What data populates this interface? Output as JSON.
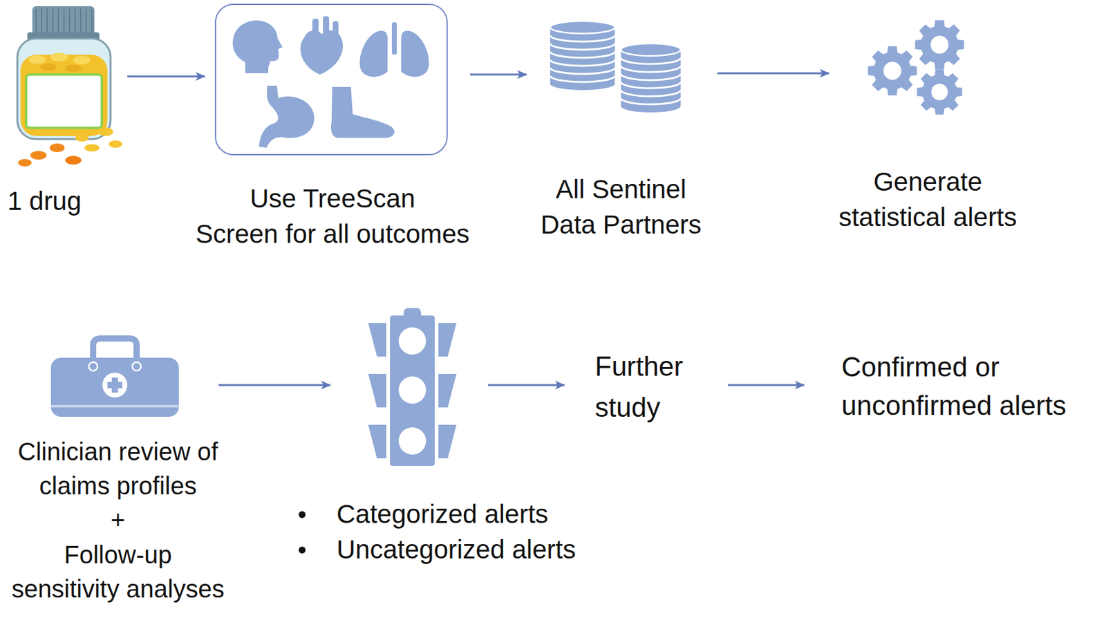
{
  "diagram": {
    "nodes": [
      {
        "text": [
          "1 drug"
        ]
      },
      {
        "text": [
          "Use TreeScan",
          "Screen for all outcomes"
        ]
      },
      {
        "text": [
          "All Sentinel Data Partners"
        ]
      },
      {
        "text": [
          "Generate statistical alerts"
        ]
      },
      {
        "text": [
          "Clinician review of claims profiles",
          "+",
          "Follow-up sensitivity analyses"
        ]
      },
      {
        "text": [
          "Categorized alerts",
          "Uncategorized alerts"
        ]
      },
      {
        "text": [
          "Further study"
        ]
      },
      {
        "text": [
          "Confirmed or unconfirmed alerts"
        ]
      }
    ],
    "edges": [
      {
        "from": 0,
        "to": 1,
        "arrow": "to"
      },
      {
        "from": 1,
        "to": 2,
        "arrow": "to"
      },
      {
        "from": 2,
        "to": 3,
        "arrow": "to"
      },
      {
        "from": 4,
        "to": 5,
        "arrow": "to"
      },
      {
        "from": 5,
        "to": 6,
        "arrow": "to"
      },
      {
        "from": 6,
        "to": 7,
        "arrow": "to"
      }
    ]
  }
}
